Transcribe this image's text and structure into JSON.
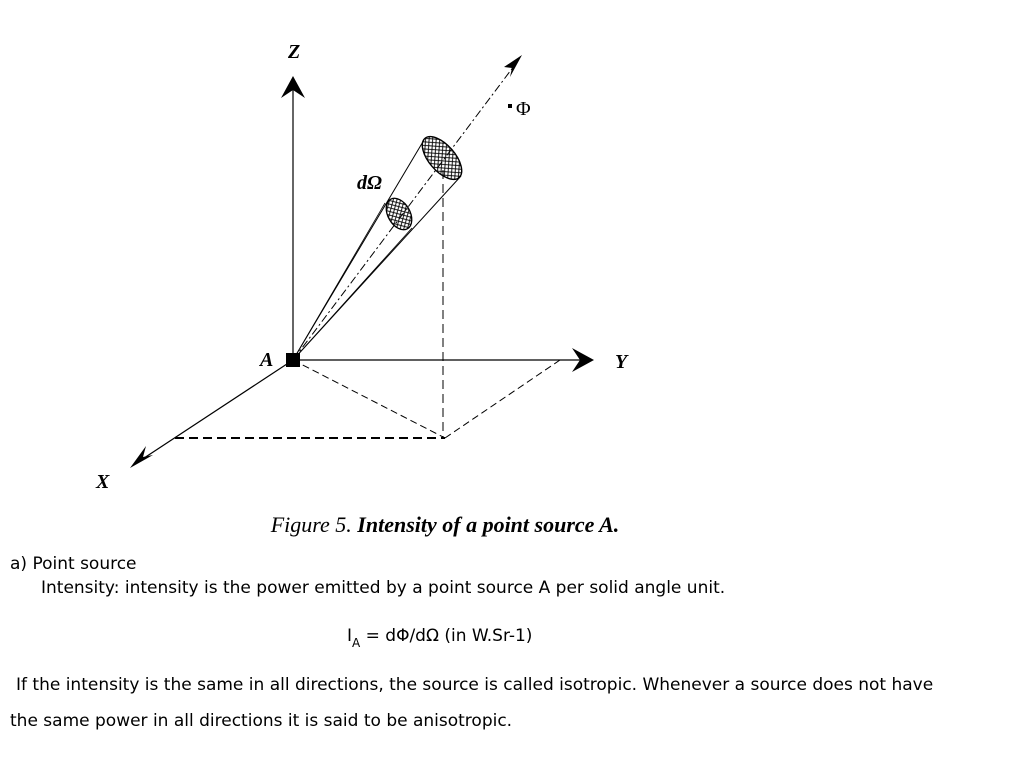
{
  "figure": {
    "labels": {
      "z": "Z",
      "y": "Y",
      "x": "X",
      "a": "A",
      "d_omega": "dΩ",
      "phi": "Φ"
    },
    "caption": {
      "number": "Figure 5.",
      "text": "Intensity of a point source A."
    }
  },
  "text": {
    "heading": "a) Point source",
    "definition": "Intensity: intensity is the power emitted by a point source A per solid angle unit.",
    "formula": {
      "lhs": "I",
      "subscript": "A",
      "rhs": " = dΦ/dΩ (in W.Sr-1)"
    },
    "paragraph_line1": "If the intensity is the same in all directions, the source is called isotropic. Whenever a source does not have",
    "paragraph_line2": "the same power in all directions it is said to be anisotropic."
  }
}
